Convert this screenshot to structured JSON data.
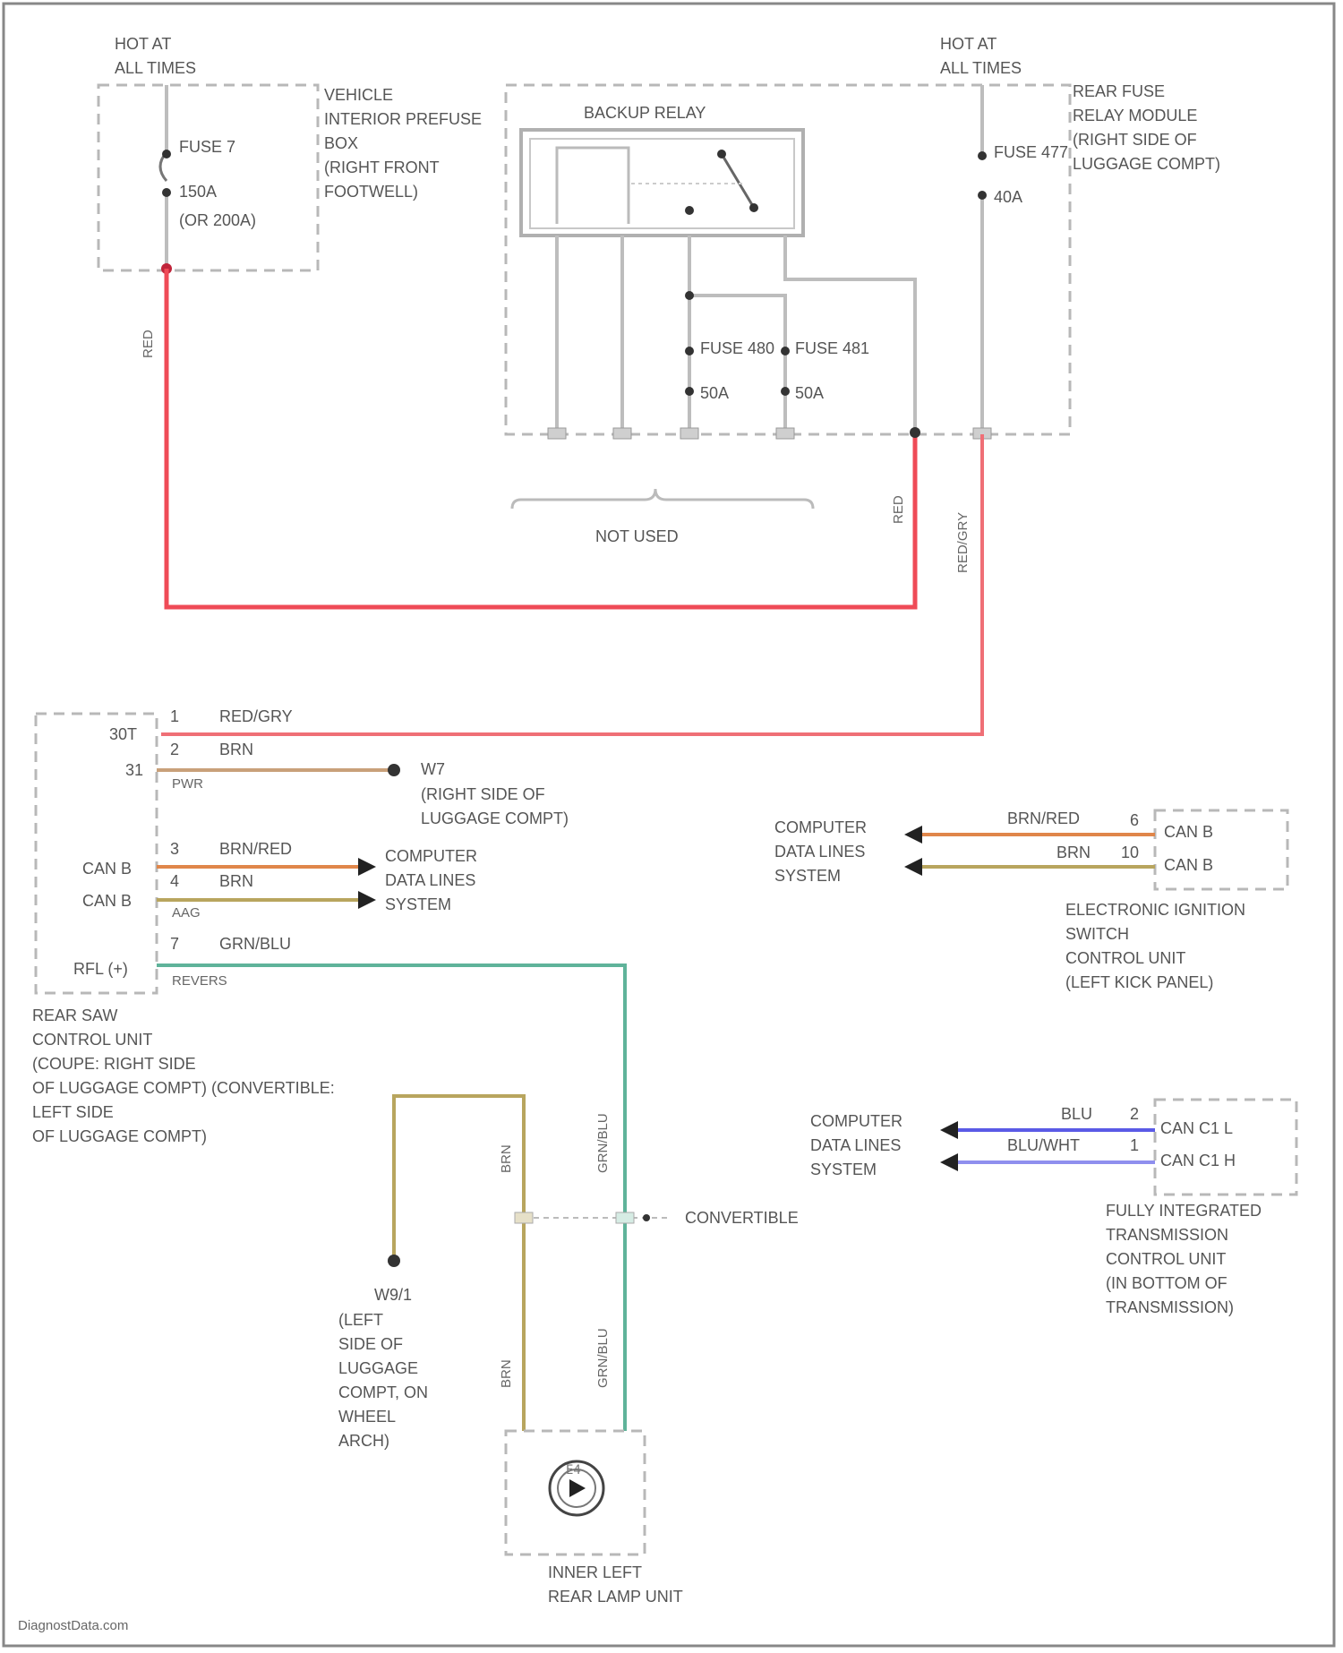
{
  "colors": {
    "red": "#ef4b57",
    "red_gry": "#ef6f76",
    "brn": "#b8a55e",
    "pur": "#c9a07a",
    "brn_red": "#e0864a",
    "grn_blu": "#5fb39a",
    "blu": "#5a5ae6",
    "blu_wht": "#8f8fee",
    "gray_wire": "#bdbdbd",
    "box_stroke": "#b8b8b8",
    "text": "#555555"
  },
  "top_left": {
    "hot_label": "HOT AT\nALL TIMES",
    "fuse": "FUSE 7",
    "rating": "150A",
    "rating_alt": "(OR 200A)",
    "box_name": "VEHICLE\nINTERIOR PREFUSE\nBOX\n(RIGHT FRONT\nFOOTWELL)",
    "wire_color": "RED"
  },
  "relay_module": {
    "hot_label": "HOT AT\nALL TIMES",
    "relay_name": "BACKUP RELAY",
    "fuse_a": "FUSE 480",
    "fuse_a_rating": "50A",
    "fuse_b": "FUSE 481",
    "fuse_b_rating": "50A",
    "fuse_main": "FUSE 477",
    "fuse_main_rating": "40A",
    "box_name": "REAR FUSE\nRELAY MODULE\n(RIGHT SIDE OF\nLUGGAGE COMPT)",
    "not_used": "NOT USED",
    "wire_red": "RED",
    "wire_red_gry": "RED/GRY"
  },
  "rear_saw": {
    "name": "REAR SAW\nCONTROL UNIT\n(COUPE: RIGHT SIDE\nOF LUGGAGE COMPT) (CONVERTIBLE:\nLEFT SIDE\nOF LUGGAGE COMPT)",
    "pins": [
      {
        "pin": "1",
        "label": "30T",
        "wire": "RED/GRY"
      },
      {
        "pin": "2",
        "label": "31",
        "wire": "BRN"
      },
      {
        "pin": "3",
        "label": "CAN B",
        "wire": "BRN/RED"
      },
      {
        "pin": "4",
        "label": "CAN B",
        "wire": "BRN"
      },
      {
        "pin": "7",
        "label": "RFL (+)",
        "wire": "GRN/BLU"
      }
    ],
    "pin_sub_2": "PWR",
    "pin_sub_4": "AAG",
    "pin_sub_7": "REVERS",
    "ground_ref": "W7",
    "ground_loc": "(RIGHT SIDE OF\nLUGGAGE COMPT)",
    "cdl": "COMPUTER\nDATA LINES\nSYSTEM"
  },
  "ignition": {
    "name": "ELECTRONIC IGNITION\nSWITCH\nCONTROL UNIT\n(LEFT KICK PANEL)",
    "cdl": "COMPUTER\nDATA LINES\nSYSTEM",
    "pin_a": "6",
    "pin_a_label": "CAN B",
    "wire_a": "BRN/RED",
    "pin_b": "10",
    "pin_b_label": "CAN B",
    "wire_b": "BRN"
  },
  "transmission": {
    "name": "FULLY INTEGRATED\nTRANSMISSION\nCONTROL UNIT\n(IN BOTTOM OF\nTRANSMISSION)",
    "cdl": "COMPUTER\nDATA LINES\nSYSTEM",
    "pin_a": "2",
    "pin_a_label": "CAN C1 L",
    "wire_a": "BLU",
    "pin_b": "1",
    "pin_b_label": "CAN C1 H",
    "wire_b": "BLU/WHT"
  },
  "lower": {
    "convertible": "CONVERTIBLE",
    "wire_brn": "BRN",
    "wire_grn_blu": "GRN/BLU",
    "ground_ref": "W9/1",
    "ground_loc": "(LEFT\nSIDE OF\nLUGGAGE\nCOMPT, ON\nWHEEL\nARCH)",
    "lamp_name": "INNER LEFT\nREAR LAMP UNIT",
    "lamp_symbol": "E4"
  },
  "watermark": "DiagnostData.com"
}
